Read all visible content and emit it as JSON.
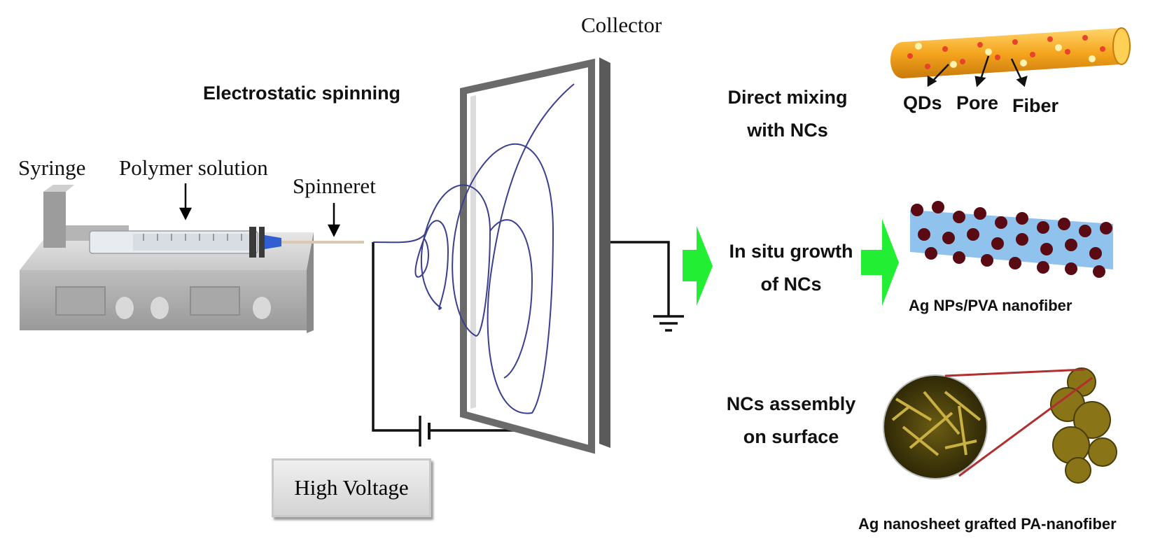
{
  "labels": {
    "collector": "Collector",
    "electrostatic_spinning": "Electrostatic spinning",
    "syringe": "Syringe",
    "polymer_solution": "Polymer solution",
    "spinneret": "Spinneret",
    "high_voltage": "High Voltage"
  },
  "methods": {
    "direct_mixing": [
      "Direct mixing",
      "with NCs"
    ],
    "in_situ": [
      "In situ growth",
      "of NCs"
    ],
    "assembly": [
      "NCs assembly",
      "on surface"
    ]
  },
  "fiber_labels": {
    "qds": "QDs",
    "pore": "Pore",
    "fiber": "Fiber",
    "ag_pva": "Ag NPs/PVA nanofiber",
    "ag_pa": "Ag nanosheet grafted PA-nanofiber"
  },
  "colors": {
    "arrow_green": "#22ee33",
    "fiber_trace": "#3a3f8f",
    "fiber_orange": "#f5a51e",
    "qd_red": "#e8432a",
    "pva_blue": "#8fc2ec",
    "ag_particle": "#5a0a12",
    "ag_gold": "#9a8420",
    "zoom_line": "#b03030"
  },
  "icons": [
    "ground-icon",
    "battery-icon",
    "down-arrow-icon",
    "green-arrow-icon"
  ]
}
